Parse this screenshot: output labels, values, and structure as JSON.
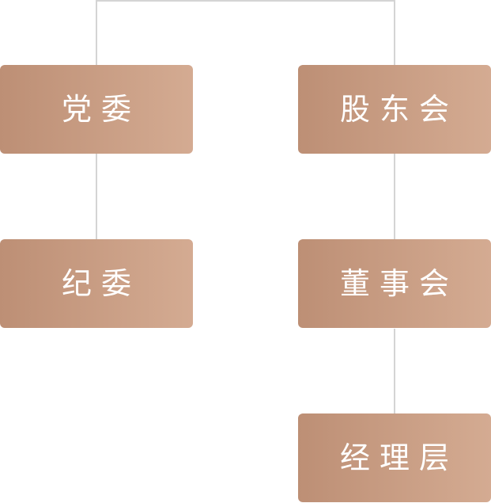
{
  "org_chart": {
    "nodes": {
      "party_committee": "党委",
      "discipline_committee": "纪委",
      "shareholders_meeting": "股东会",
      "board_of_directors": "董事会",
      "management": "经理层"
    },
    "colors": {
      "node_gradient_start": "#bd8f75",
      "node_gradient_end": "#d4ab92",
      "connector": "#d4d4d4",
      "label": "#ffffff"
    }
  }
}
